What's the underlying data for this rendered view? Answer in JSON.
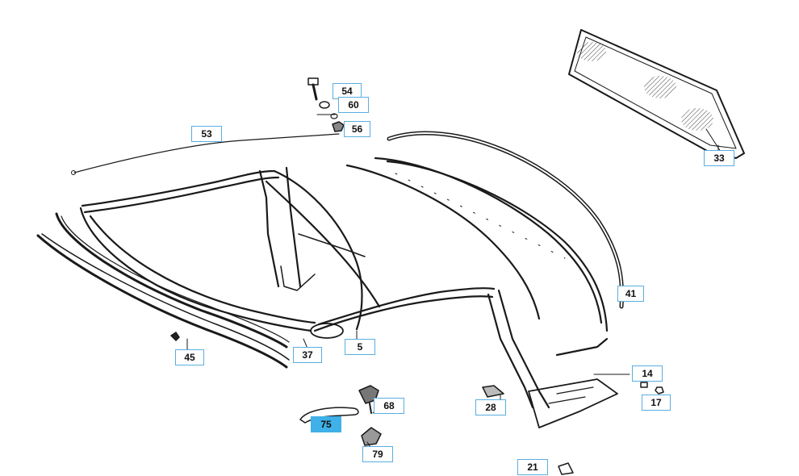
{
  "diagram": {
    "callouts": [
      {
        "id": "c53",
        "label": "53"
      },
      {
        "id": "c54",
        "label": "54"
      },
      {
        "id": "c60",
        "label": "60"
      },
      {
        "id": "c56",
        "label": "56"
      },
      {
        "id": "c33",
        "label": "33"
      },
      {
        "id": "c41",
        "label": "41"
      },
      {
        "id": "c37",
        "label": "37"
      },
      {
        "id": "c5",
        "label": "5"
      },
      {
        "id": "c45",
        "label": "45"
      },
      {
        "id": "c14",
        "label": "14"
      },
      {
        "id": "c17",
        "label": "17"
      },
      {
        "id": "c28",
        "label": "28"
      },
      {
        "id": "c68",
        "label": "68"
      },
      {
        "id": "c75",
        "label": "75",
        "selected": true
      },
      {
        "id": "c79",
        "label": "79"
      },
      {
        "id": "c21",
        "label": "21"
      }
    ],
    "colors": {
      "line": "#1a1a1a",
      "callout_border": "#5aaee0",
      "callout_selected": "#3fb0e8"
    }
  }
}
